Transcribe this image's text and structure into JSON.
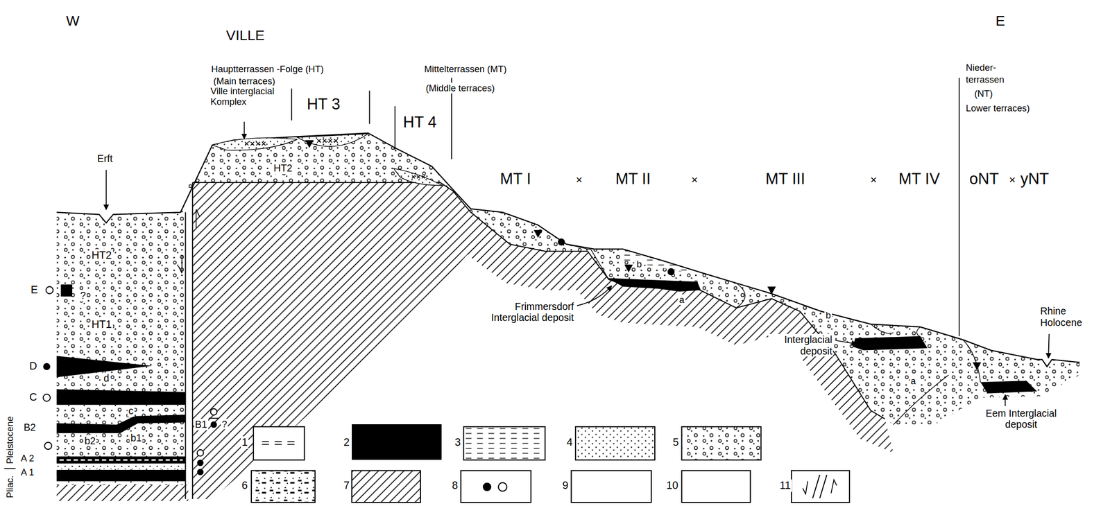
{
  "diagram": {
    "labels": [
      "W",
      "VILLE",
      "E",
      "Hauptterrassen -Folge (HT)",
      "(Main terraces)",
      "Ville interglacial Komplex",
      "HT 3",
      "HT 4",
      "Mittelterrassen (MT)",
      "(Middle terraces)",
      "Nieder-",
      "terrassen",
      "(NT)",
      "Lower terraces)",
      "Erft",
      "HT2",
      "HT2",
      "HT1",
      "E",
      "?",
      "D",
      "d",
      "C",
      "c",
      "B2",
      "b2",
      "b1",
      "B1",
      "?",
      "A 2",
      "A 1",
      "Pleistocene",
      "Pliac.",
      "MT I",
      "×",
      "MT II",
      "×",
      "MT III",
      "×",
      "MT IV",
      "oNT",
      "×",
      "yNT",
      "b",
      "Frimmersdorf Interglacial deposit",
      "a",
      "b",
      "Interglacial deposit",
      "a",
      "Eem Interglacial deposit",
      "Rhine Holocene"
    ],
    "legend": [
      {
        "text": "1"
      },
      {
        "text": "2",
        "color": "#000000"
      },
      {
        "text": "3"
      },
      {
        "text": "4"
      },
      {
        "text": "5"
      },
      {
        "text": "6"
      },
      {
        "text": "7"
      },
      {
        "text": "8"
      },
      {
        "text": "9"
      },
      {
        "text": "10"
      },
      {
        "text": "11"
      }
    ]
  }
}
